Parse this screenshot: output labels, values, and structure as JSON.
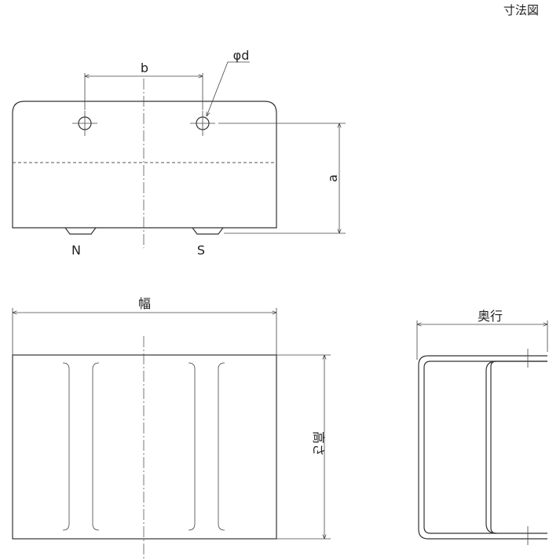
{
  "title": "寸法図",
  "top_view": {
    "dim_b": "b",
    "dim_d": "φd",
    "dim_a": "a",
    "pole_n": "N",
    "pole_s": "S"
  },
  "front_view": {
    "dim_width": "幅",
    "dim_height": "高さ"
  },
  "side_view": {
    "dim_depth": "奥行"
  },
  "colors": {
    "line": "#333333",
    "background": "#ffffff"
  }
}
